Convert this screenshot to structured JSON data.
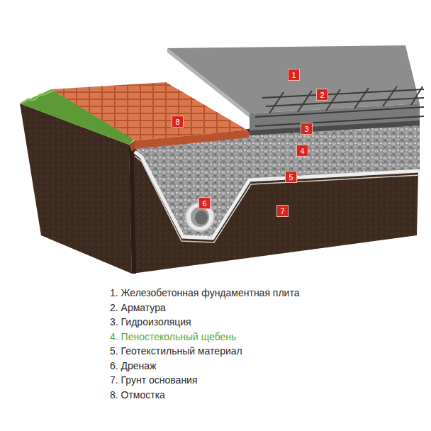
{
  "diagram": {
    "labels": [
      "1",
      "2",
      "3",
      "4",
      "5",
      "6",
      "7",
      "8",
      "1. Железобетонная фундаментная плита",
      "2. Арматура",
      "3. Гидроизоляция",
      "4. Пеностекольный щебень",
      "5. Геотекстильный материал",
      "6. Дренаж",
      "7. Грунт основания",
      "8. Отмостка"
    ]
  }
}
